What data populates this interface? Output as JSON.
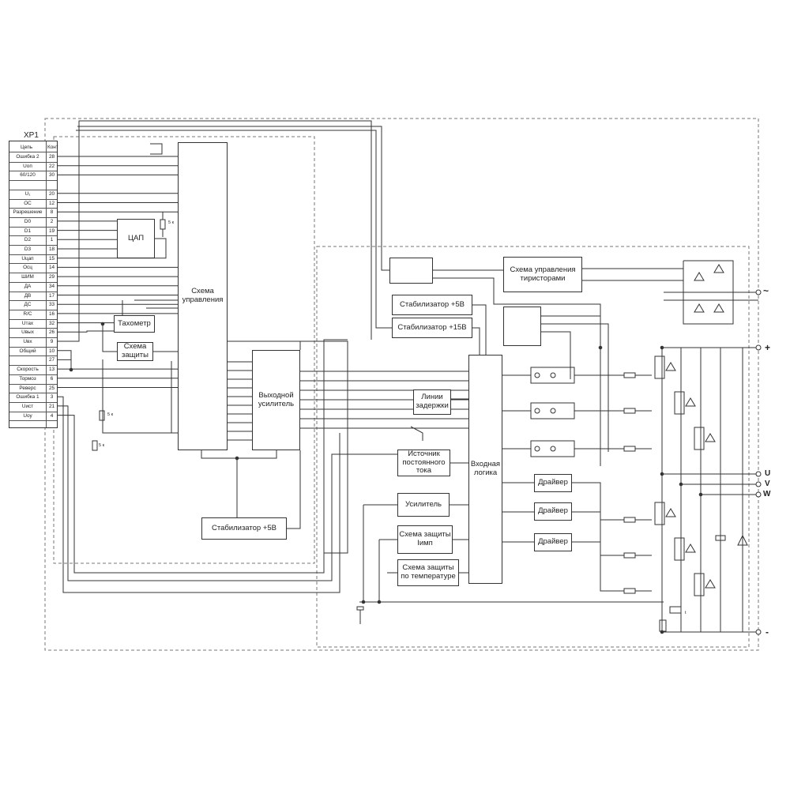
{
  "connector": {
    "name": "ХР1",
    "col_circuit": "Цепь",
    "col_contact": "Конт",
    "rows": [
      {
        "circuit": "Ошибка 2",
        "pin": "28"
      },
      {
        "circuit": "Uоп",
        "pin": "22"
      },
      {
        "circuit": "60/120",
        "pin": "30"
      },
      {
        "circuit": "",
        "pin": ""
      },
      {
        "circuit": "U₁",
        "pin": "20"
      },
      {
        "circuit": "ОС",
        "pin": "12"
      },
      {
        "circuit": "Разрешение",
        "pin": "8"
      },
      {
        "circuit": "D0",
        "pin": "2"
      },
      {
        "circuit": "D1",
        "pin": "19"
      },
      {
        "circuit": "D2",
        "pin": "1"
      },
      {
        "circuit": "D3",
        "pin": "18"
      },
      {
        "circuit": "Uцап",
        "pin": "15"
      },
      {
        "circuit": "Осц",
        "pin": "14"
      },
      {
        "circuit": "ШИМ",
        "pin": "29"
      },
      {
        "circuit": "ДА",
        "pin": "34"
      },
      {
        "circuit": "ДВ",
        "pin": "17"
      },
      {
        "circuit": "ДС",
        "pin": "33"
      },
      {
        "circuit": "R/C",
        "pin": "16"
      },
      {
        "circuit": "Uтах",
        "pin": "32"
      },
      {
        "circuit": "Uвых",
        "pin": "26"
      },
      {
        "circuit": "Uвх",
        "pin": "9"
      },
      {
        "circuit": "Общий",
        "pin": "10"
      },
      {
        "circuit": "",
        "pin": "27"
      },
      {
        "circuit": "Скорость",
        "pin": "13"
      },
      {
        "circuit": "Тормоз",
        "pin": "6"
      },
      {
        "circuit": "Реверс",
        "pin": "25"
      },
      {
        "circuit": "Ошибка 1",
        "pin": "3"
      },
      {
        "circuit": "Uист",
        "pin": "21"
      },
      {
        "circuit": "Uоу",
        "pin": "4"
      }
    ]
  },
  "blocks": {
    "dac": "ЦАП",
    "control": "Схема управления",
    "tachometer": "Тахометр",
    "protection": "Схема защиты",
    "output_amp": "Выходной усилитель",
    "stab5_bottom": "Стабилизатор +5В",
    "stab5": "Стабилизатор +5В",
    "stab15": "Стабилизатор +15В",
    "thyristor_ctrl": "Схема управления тиристорами",
    "delay": "Линии задержки",
    "current_source": "Источник постоянного тока",
    "input_logic": "Входная логика",
    "amplifier": "Усилитель",
    "pulse_protection": "Схема защиты Iимп",
    "temp_protection": "Схема защиты по температуре",
    "driver1": "Драйвер",
    "driver2": "Драйвер",
    "driver3": "Драйвер"
  },
  "labels": {
    "supply_5v_1": "5 к",
    "supply_5v_2": "5 к",
    "supply_5v_3": "5 к",
    "ac_symbol": "~",
    "plus": "+",
    "minus": "-",
    "u": "U",
    "v": "V",
    "w": "W",
    "thermistor": "t"
  },
  "icons": {
    "dc_dc_converter": "dc-dc-converter-icon",
    "optocoupler": "optocoupler-icon",
    "igbt": "igbt-transistor-icon",
    "diode": "diode-icon"
  },
  "colors": {
    "line": "#333333",
    "dashed_border": "#777777",
    "background": "#ffffff"
  }
}
